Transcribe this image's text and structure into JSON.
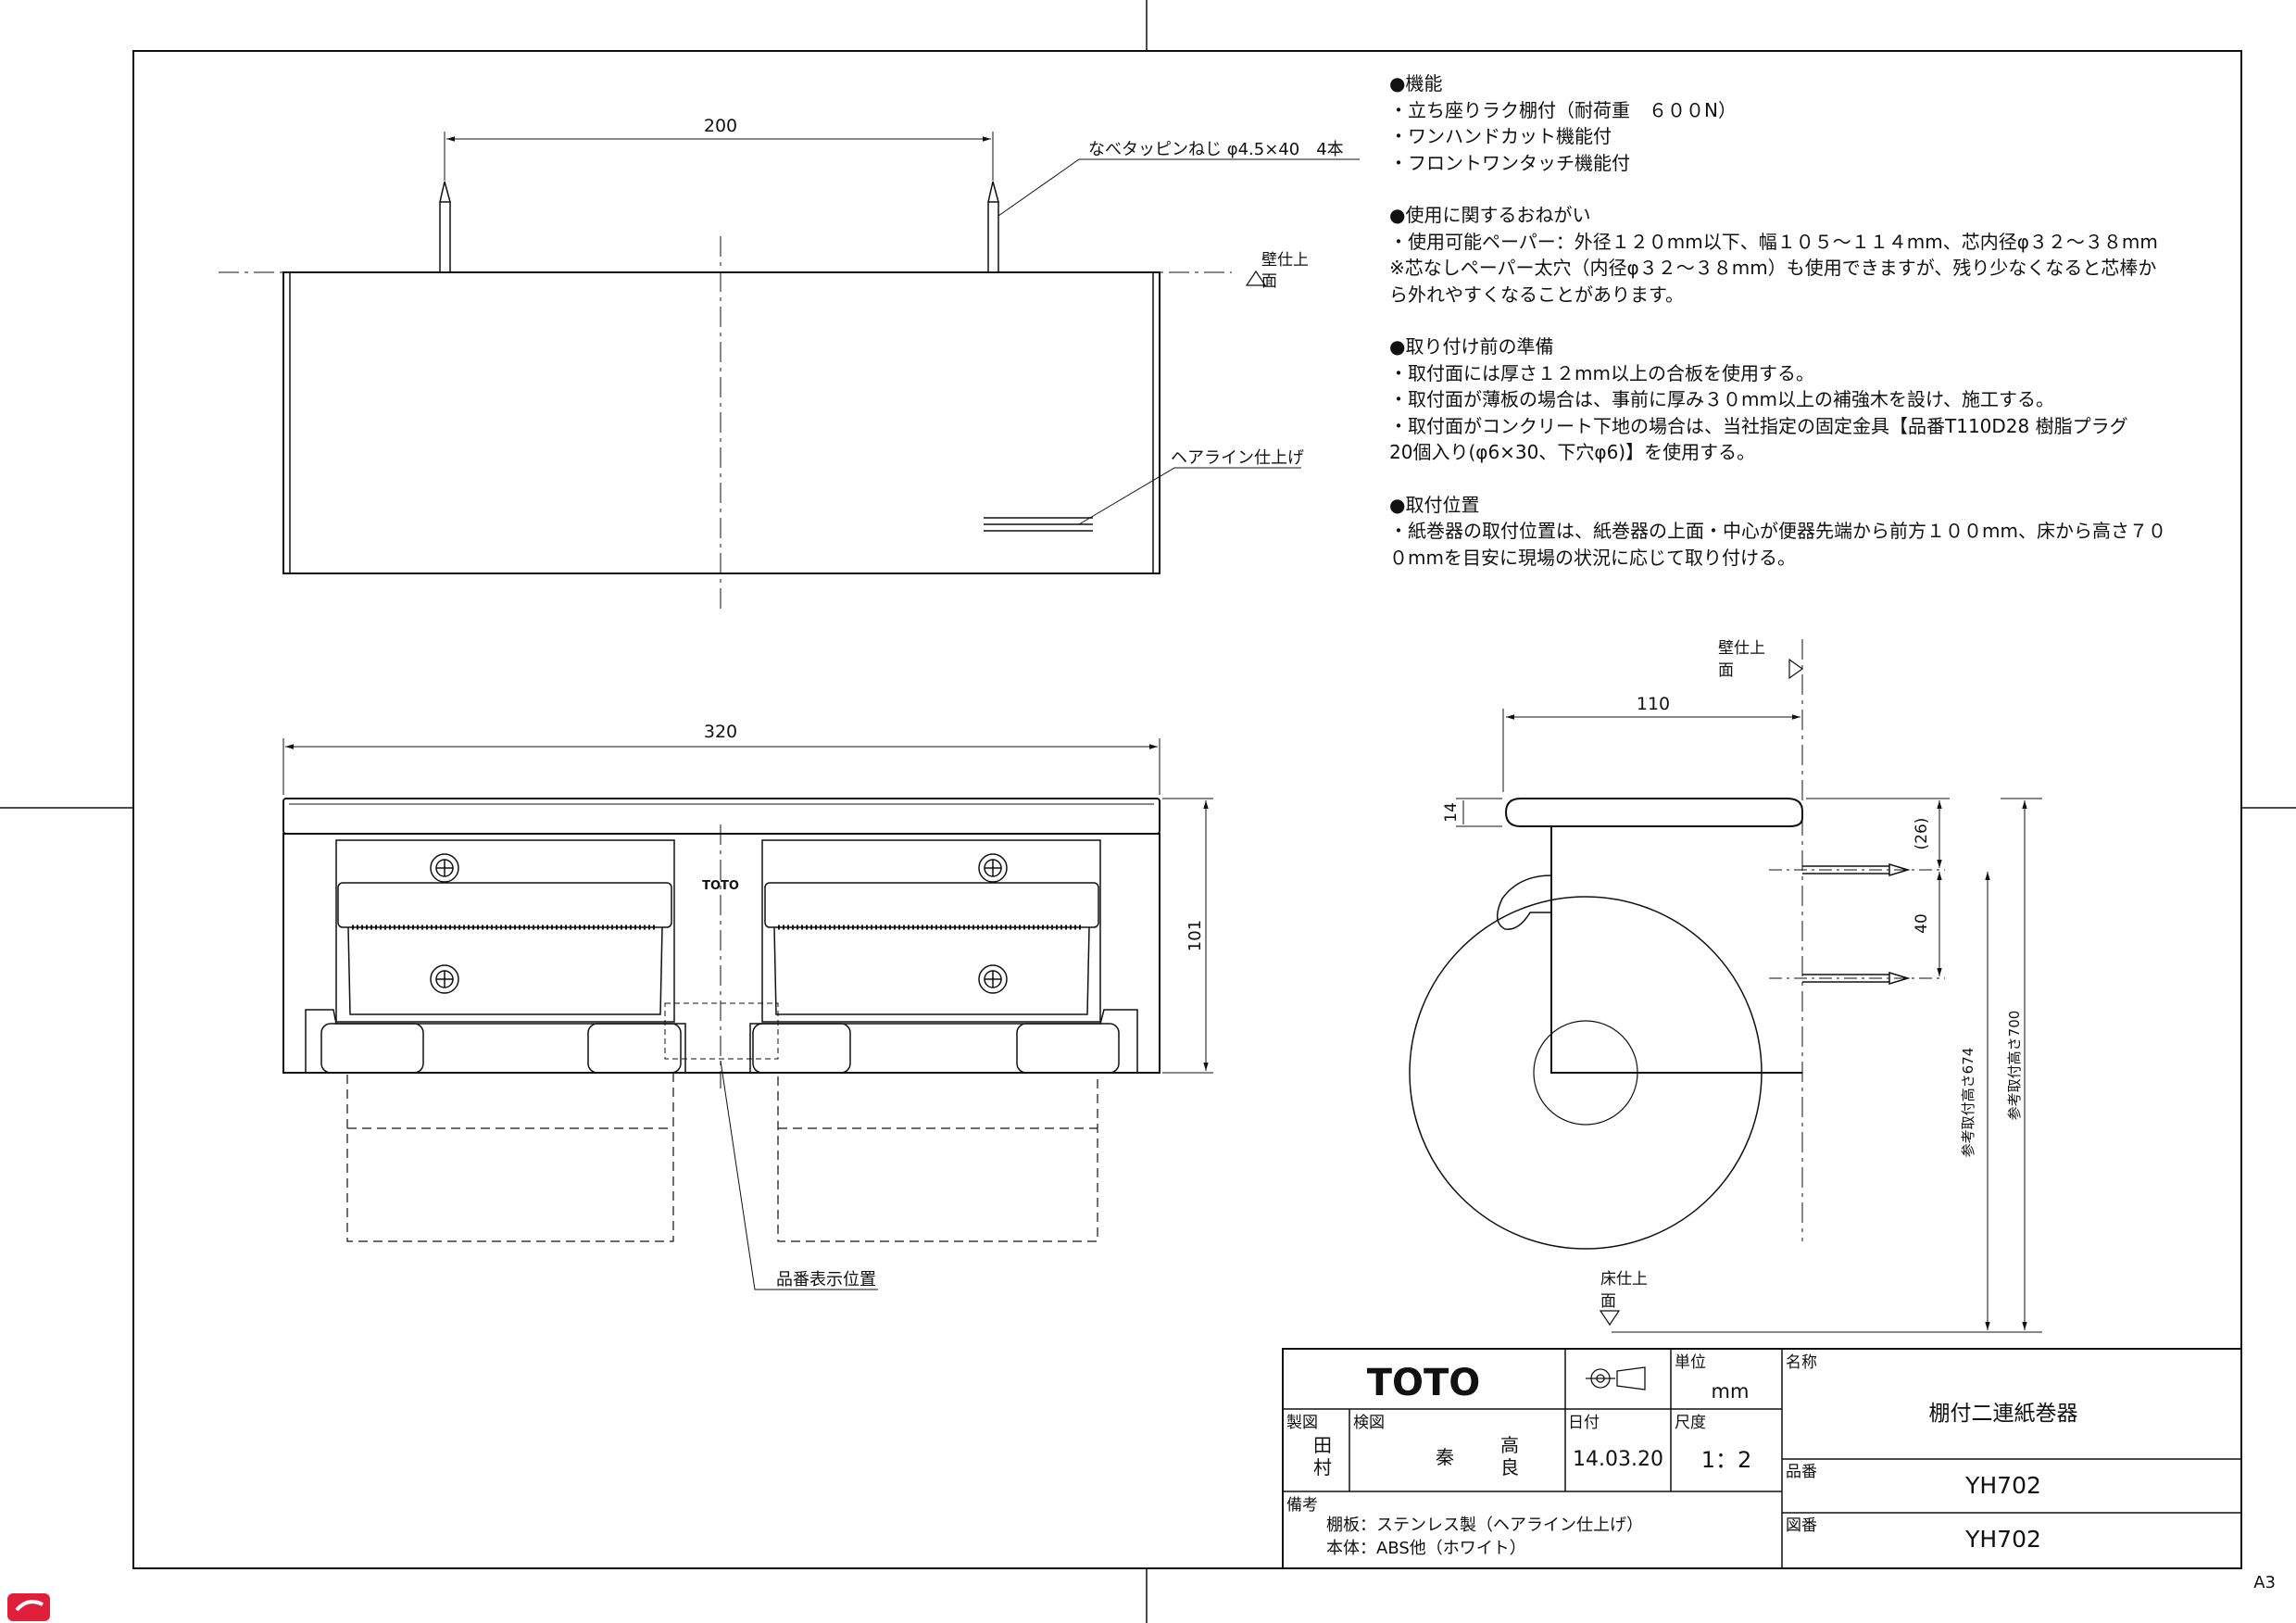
{
  "notes": {
    "functions": {
      "heading": "●機能",
      "items": [
        "・立ち座りラク棚付（耐荷重　６００N）",
        "・ワンハンドカット機能付",
        "・フロントワンタッチ機能付"
      ]
    },
    "usage": {
      "heading": "●使用に関するおねがい",
      "items": [
        "・使用可能ペーパー：外径１２０mm以下、幅１０５～１１４mm、芯内径φ３２～３８mm",
        "※芯なしペーパー太穴（内径φ３２～３８mm）も使用できますが、残り少なくなると芯棒か",
        "ら外れやすくなることがあります。"
      ]
    },
    "preparation": {
      "heading": "●取り付け前の準備",
      "items": [
        "・取付面には厚さ１２mm以上の合板を使用する。",
        "・取付面が薄板の場合は、事前に厚み３０mm以上の補強木を設け、施工する。",
        "・取付面がコンクリート下地の場合は、当社指定の固定金具【品番T110D28 樹脂プラグ",
        "20個入り(φ6×30、下穴φ6)】を使用する。"
      ]
    },
    "position": {
      "heading": "●取付位置",
      "items": [
        "・紙巻器の取付位置は、紙巻器の上面・中心が便器先端から前方１００mm、床から高さ７０",
        "０mmを目安に現場の状況に応じて取り付ける。"
      ]
    }
  },
  "top_view": {
    "dim_200": "200",
    "screw_label": "なべタッピンねじ φ4.5×40　4本",
    "wall_label_1": "壁仕上",
    "wall_label_2": "面",
    "finish_label": "ヘアライン仕上げ"
  },
  "front_view": {
    "dim_320": "320",
    "dim_101": "101",
    "brand_mark": "TOTO",
    "product_no_position": "品番表示位置"
  },
  "side_view": {
    "wall_label_1": "壁仕上",
    "wall_label_2": "面",
    "dim_110": "110",
    "dim_14": "14",
    "dim_26": "(26)",
    "dim_40": "40",
    "ref_674": "参考取付高さ674",
    "ref_700": "参考取付高さ700",
    "floor_label_1": "床仕上",
    "floor_label_2": "面"
  },
  "title_block": {
    "logo": "TOTO",
    "unit_label": "単位",
    "unit_value": "mm",
    "name_label": "名称",
    "name_value": "棚付二連紙巻器",
    "drawn_label": "製図",
    "drawn_value_1": "田",
    "drawn_value_2": "村",
    "checked_label": "検図",
    "checked_value_1": "秦",
    "checked_value_2": "高",
    "checked_value_3": "良",
    "date_label": "日付",
    "date_value": "14.03.20",
    "scale_label": "尺度",
    "scale_value": "1：2",
    "part_label": "品番",
    "part_value": "YH702",
    "remarks_label": "備考",
    "remarks_1": "棚板：ステンレス製（ヘアライン仕上げ）",
    "remarks_2": "本体：ABS他（ホワイト）",
    "drawing_no_label": "図番",
    "drawing_no_value": "YH702"
  },
  "sheet_size": "A3"
}
